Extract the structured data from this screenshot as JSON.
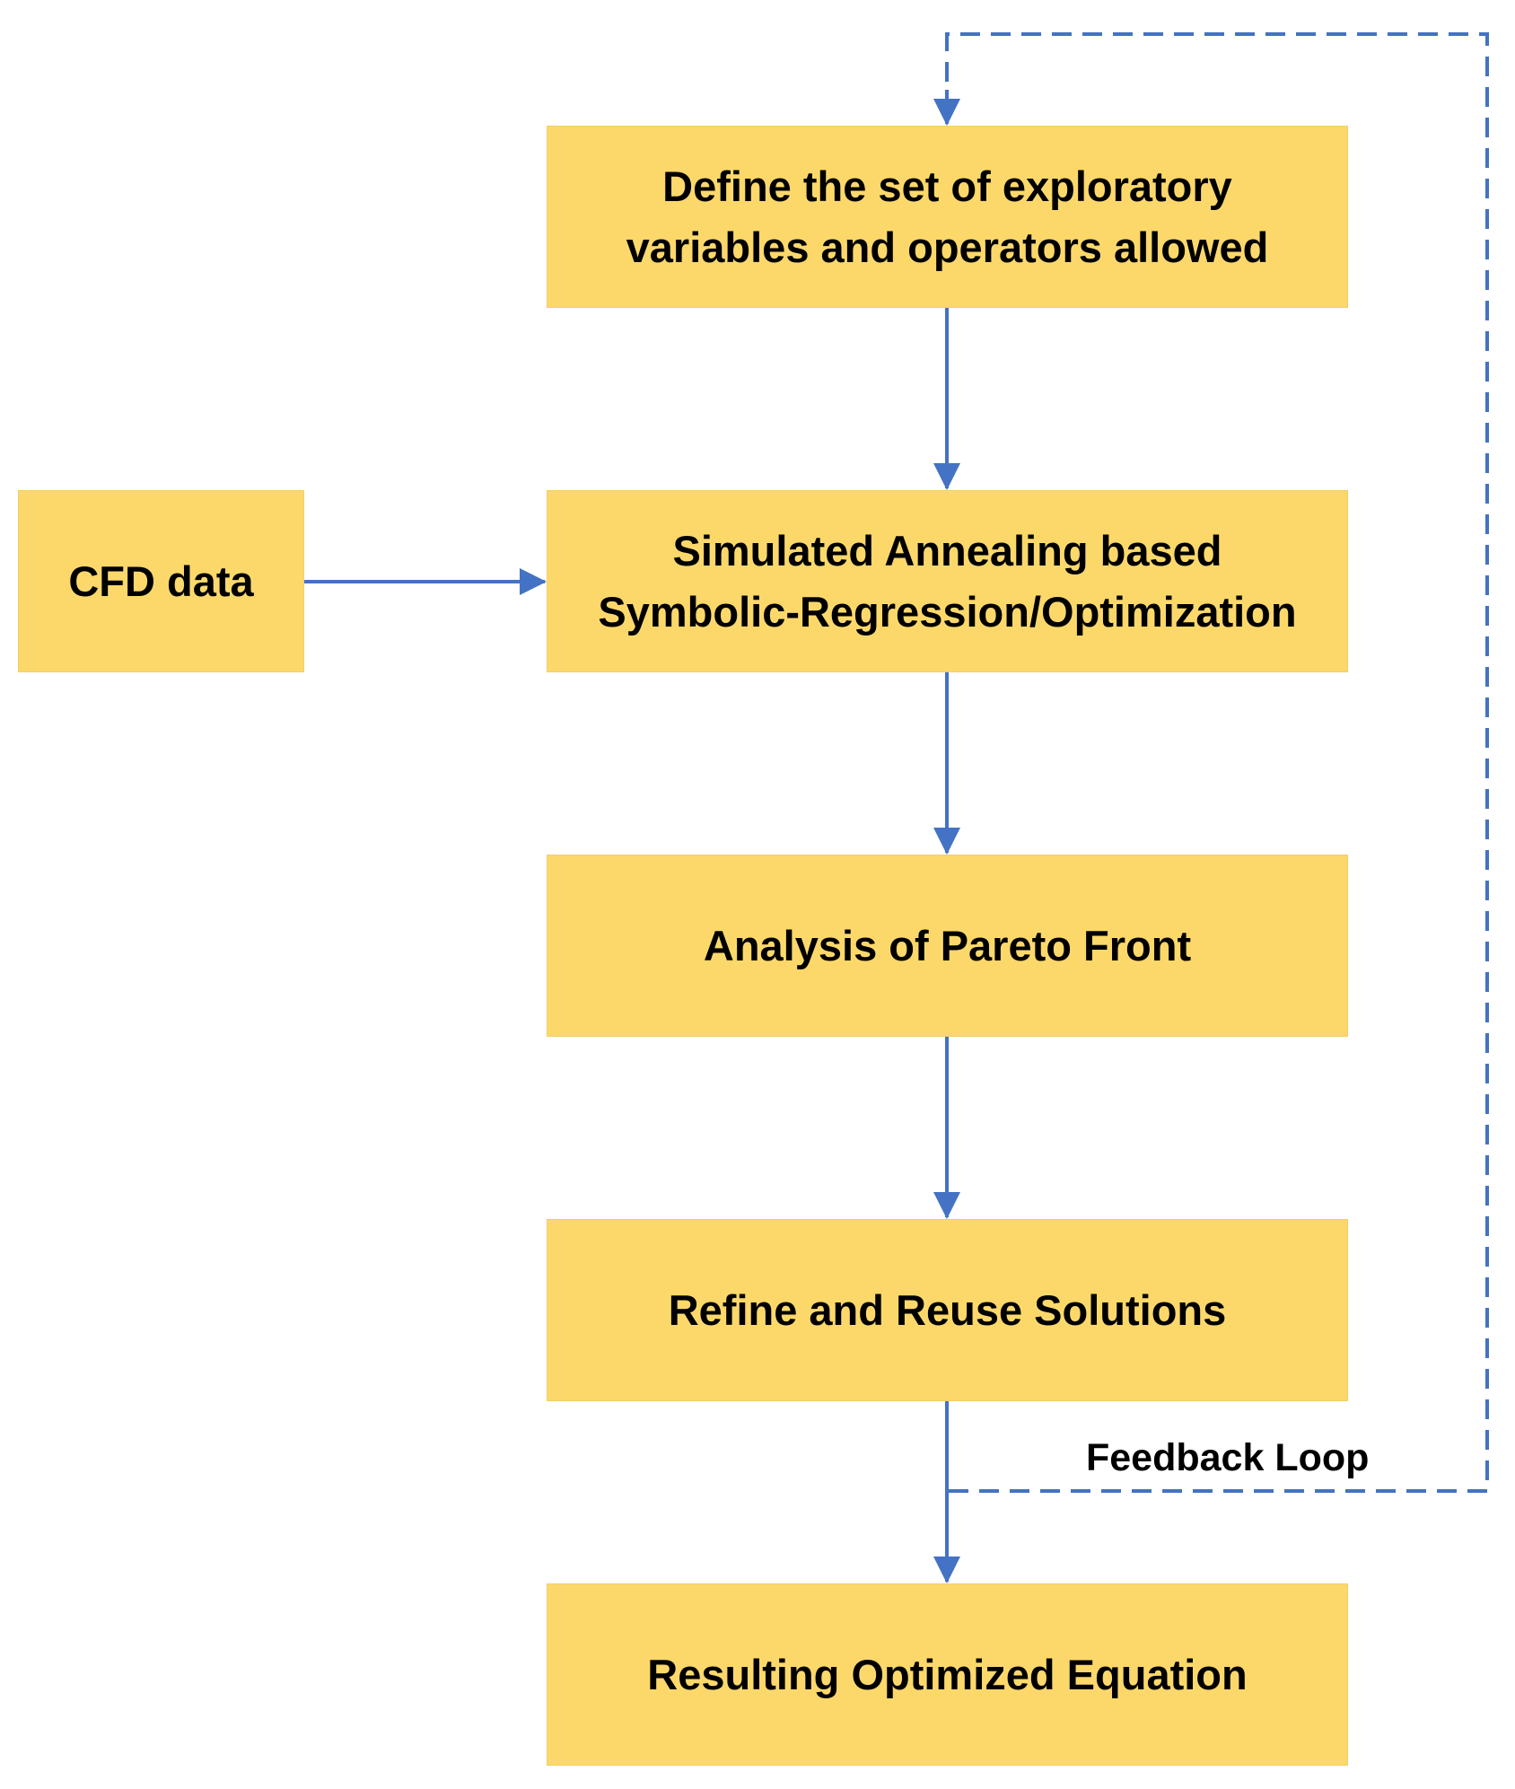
{
  "diagram": {
    "nodes": {
      "define": {
        "lines": [
          "Define the set of exploratory",
          "variables and operators allowed"
        ]
      },
      "cfd": {
        "lines": [
          "CFD data"
        ]
      },
      "sa": {
        "lines": [
          "Simulated Annealing based",
          "Symbolic-Regression/Optimization"
        ]
      },
      "pareto": {
        "lines": [
          "Analysis of Pareto Front"
        ]
      },
      "refine": {
        "lines": [
          "Refine and Reuse Solutions"
        ]
      },
      "result": {
        "lines": [
          "Resulting Optimized Equation"
        ]
      }
    },
    "edges": [
      {
        "from": "define",
        "to": "sa",
        "style": "solid"
      },
      {
        "from": "cfd",
        "to": "sa",
        "style": "solid"
      },
      {
        "from": "sa",
        "to": "pareto",
        "style": "solid"
      },
      {
        "from": "pareto",
        "to": "refine",
        "style": "solid"
      },
      {
        "from": "refine",
        "to": "result",
        "style": "solid"
      },
      {
        "from": "refine",
        "to": "define",
        "style": "dashed",
        "label": "Feedback Loop"
      }
    ],
    "feedback_label": "Feedback Loop",
    "colors": {
      "box_fill": "#FCD86B",
      "arrow": "#4472C4",
      "text": "#000000"
    }
  }
}
